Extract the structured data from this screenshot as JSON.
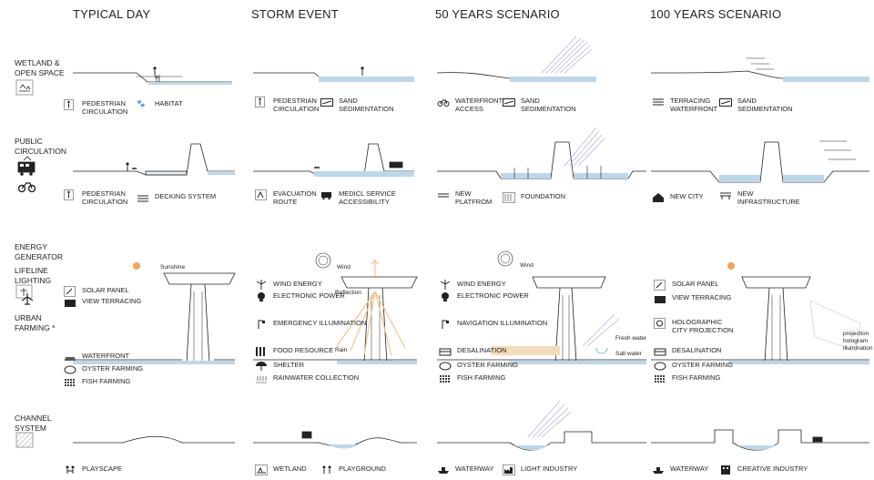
{
  "columns": [
    "TYPICAL DAY",
    "STORM EVENT",
    "50 YEARS SCENARIO",
    "100 YEARS SCENARIO"
  ],
  "rows": [
    {
      "label": "WETLAND &\nOPEN SPACE"
    },
    {
      "label": "PUBLIC\nCIRCULATION"
    },
    {
      "label_lines": [
        "ENERGY\nGENERATOR",
        "LIFELINE\nLIGHTING",
        "URBAN\nFARMING *"
      ]
    },
    {
      "label": "CHANNEL\nSYSTEM"
    }
  ],
  "legends": {
    "r1": [
      [
        {
          "icon": "pedestrian-icon",
          "text": "PEDESTRIAN\nCIRCULATION"
        },
        {
          "icon": "animal-icon",
          "text": "HABITAT"
        }
      ],
      [
        {
          "icon": "pedestrian-icon",
          "text": "PEDESTRIAN\nCIRCULATION"
        },
        {
          "icon": "sand-icon",
          "text": "SAND\nSEDIMENTATION"
        }
      ],
      [
        {
          "icon": "bicycle-icon",
          "text": "WATERFRONT\nACCESS"
        },
        {
          "icon": "sand-icon",
          "text": "SAND\nSEDIMENTATION"
        }
      ],
      [
        {
          "icon": "terracing-icon",
          "text": "TERRACING\nWATERFRONT"
        },
        {
          "icon": "sand-icon",
          "text": "SAND\nSEDIMENTATION"
        }
      ]
    ],
    "r2": [
      [
        {
          "icon": "pedestrian-icon",
          "text": "PEDESTRIAN\nCIRCULATION"
        },
        {
          "icon": "decking-icon",
          "text": "DECKING SYSTEM"
        }
      ],
      [
        {
          "icon": "evacuation-icon",
          "text": "EVACUATION\nROUTE"
        },
        {
          "icon": "ambulance-icon",
          "text": "MEDICL SERVICE\nACCESSIBILITY"
        }
      ],
      [
        {
          "icon": "platform-icon",
          "text": "NEW\nPLATFROM"
        },
        {
          "icon": "foundation-icon",
          "text": "FOUNDATION"
        }
      ],
      [
        {
          "icon": "house-icon",
          "text": "NEW CITY"
        },
        {
          "icon": "infrastructure-icon",
          "text": "NEW\nINFRASTRUCTURE"
        }
      ]
    ],
    "r3": [
      [
        {
          "icon": "solar-panel-icon",
          "text": "SOLAR PANEL"
        },
        {
          "icon": "camera-icon",
          "text": "VIEW TERRACING"
        }
      ],
      [
        {
          "icon": "wind-turbine-icon",
          "text": "WIND ENERGY"
        },
        {
          "icon": "bulb-icon",
          "text": "ELECTRONIC POWER"
        },
        {
          "icon": "lamp-icon",
          "text": "EMERGENCY ILLUMINATION"
        },
        {
          "icon": "food-icon",
          "text": "FOOD RESOURCE"
        },
        {
          "icon": "umbrella-icon",
          "text": "SHELTER"
        },
        {
          "icon": "rain-icon",
          "text": "RAINWATER COLLECTION"
        }
      ],
      [
        {
          "icon": "wind-turbine-icon",
          "text": "WIND ENERGY"
        },
        {
          "icon": "bulb-icon",
          "text": "ELECTRONIC POWER"
        },
        {
          "icon": "lamp-icon",
          "text": "NAVIGATION ILLUMINATION"
        },
        {
          "icon": "desalination-icon",
          "text": "DESALINATION"
        },
        {
          "icon": "oyster-icon",
          "text": "OYSTER FARMING"
        },
        {
          "icon": "fish-icon",
          "text": "FISH  FARMING"
        }
      ],
      [
        {
          "icon": "solar-panel-icon",
          "text": "SOLAR PANEL"
        },
        {
          "icon": "camera-icon",
          "text": "VIEW TERRACING"
        },
        {
          "icon": "projector-icon",
          "text": "HOLOGRAPHIC\nCITY PROJECTION"
        },
        {
          "icon": "desalination-icon",
          "text": "DESALINATION"
        },
        {
          "icon": "oyster-icon",
          "text": "OYSTER FARMING"
        },
        {
          "icon": "fish-icon",
          "text": "FISH FARMING"
        }
      ]
    ],
    "r3_col1_bottom": [
      {
        "icon": "waterfront-icon",
        "text": "WATERFRONT"
      },
      {
        "icon": "oyster-icon",
        "text": "OYSTER FARMING"
      },
      {
        "icon": "fish-icon",
        "text": "FISH FARMING"
      }
    ],
    "r4": [
      [
        {
          "icon": "playscape-icon",
          "text": "PLAYSCAPE"
        }
      ],
      [
        {
          "icon": "wetland-icon",
          "text": "WETLAND"
        },
        {
          "icon": "playground-icon",
          "text": "PLAYGROUND"
        }
      ],
      [
        {
          "icon": "boat-icon",
          "text": "WATERWAY"
        },
        {
          "icon": "factory-icon",
          "text": "LIGHT INDUSTRY"
        }
      ],
      [
        {
          "icon": "boat-icon",
          "text": "WATERWAY"
        },
        {
          "icon": "building-icon",
          "text": "CREATIVE INDUSTRY"
        }
      ]
    ]
  },
  "annotations": {
    "sunshine": "Sunshine",
    "wind": "Wind",
    "wind2": "Wind",
    "reflection": "Reflection",
    "rain": "Rain",
    "fresh_water": "Fresh water",
    "salt_water": "Salt water",
    "projection": "projection",
    "hologram": "hologram",
    "illumination": "illumination"
  },
  "colors": {
    "water": "#bcd7ea",
    "sun": "#f2a55a",
    "beam": "#f5c48a",
    "rain": "#b9a8de",
    "line": "#222222"
  }
}
